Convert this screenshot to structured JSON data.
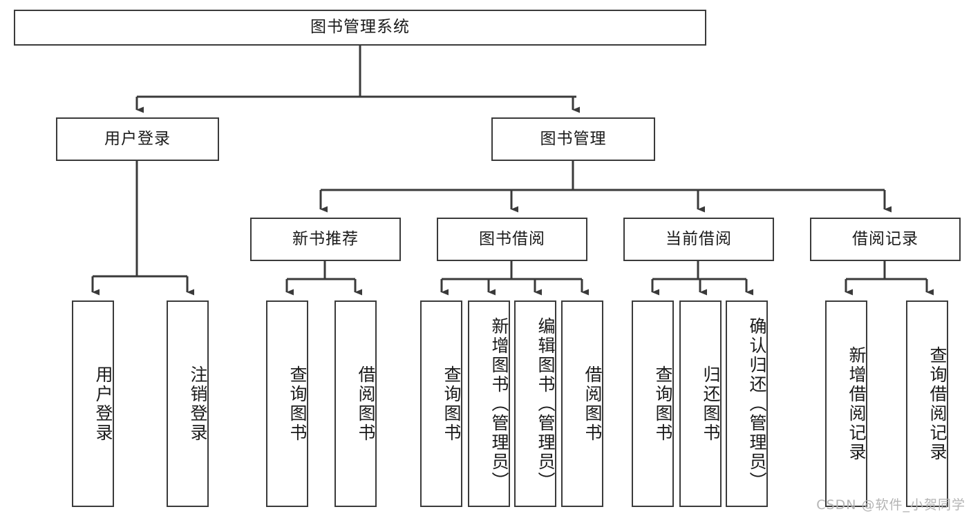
{
  "diagram": {
    "title_node": {
      "label": "图书管理系统"
    },
    "level2": [
      {
        "id": "user-login",
        "label": "用户登录"
      },
      {
        "id": "book-management",
        "label": "图书管理"
      }
    ],
    "level3": [
      {
        "id": "new-book-recommend",
        "label": "新书推荐"
      },
      {
        "id": "book-borrow",
        "label": "图书借阅"
      },
      {
        "id": "current-borrow",
        "label": "当前借阅"
      },
      {
        "id": "borrow-record",
        "label": "借阅记录"
      }
    ],
    "leaves": {
      "user_login": [
        {
          "id": "leaf-user-login",
          "label": "用户登录"
        },
        {
          "id": "leaf-logout-login",
          "label": "注销登录"
        }
      ],
      "new_book_recommend": [
        {
          "id": "leaf-query-book-1",
          "label": "查询图书"
        },
        {
          "id": "leaf-borrow-book-1",
          "label": "借阅图书"
        }
      ],
      "book_borrow": [
        {
          "id": "leaf-query-book-2",
          "label": "查询图书"
        },
        {
          "id": "leaf-add-book-admin",
          "label": "新增图书（管理员）"
        },
        {
          "id": "leaf-edit-book-admin",
          "label": "编辑图书（管理员）"
        },
        {
          "id": "leaf-borrow-book-2",
          "label": "借阅图书"
        }
      ],
      "current_borrow": [
        {
          "id": "leaf-query-book-3",
          "label": "查询图书"
        },
        {
          "id": "leaf-return-book",
          "label": "归还图书"
        },
        {
          "id": "leaf-confirm-return-admin",
          "label": "确认归还（管理员）"
        }
      ],
      "borrow_record": [
        {
          "id": "leaf-add-borrow-record",
          "label": "新增借阅记录"
        },
        {
          "id": "leaf-query-borrow-record",
          "label": "查询借阅记录"
        }
      ]
    }
  },
  "watermark": {
    "text": "CSDN @软件_小贺同学"
  },
  "colors": {
    "stroke": "#3a3a3a",
    "background": "#ffffff",
    "text": "#1a1a1a",
    "watermark": "#b4b4b4"
  }
}
